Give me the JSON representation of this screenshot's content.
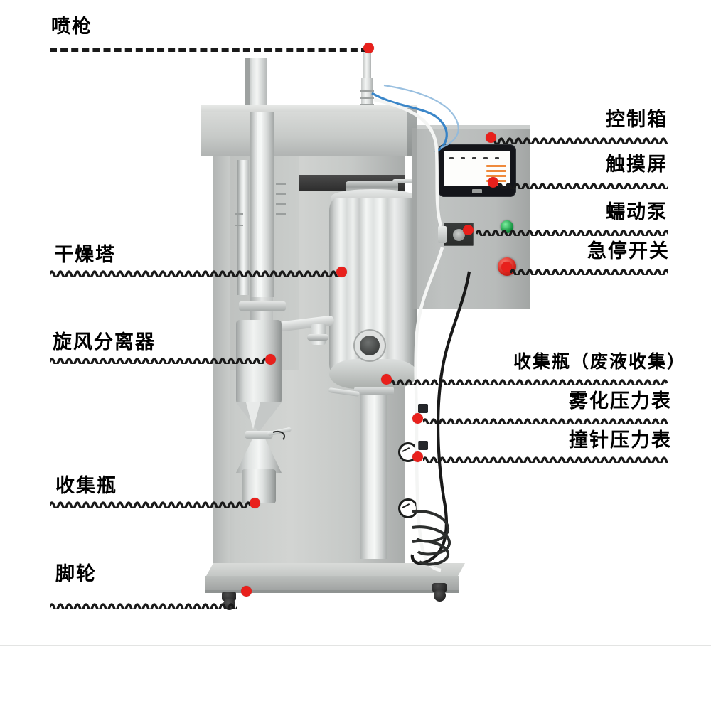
{
  "diagram": {
    "title": "Spray Dryer Labeled Component Diagram",
    "subject": "laboratory spray dryer",
    "accent_color": "#e8201c",
    "leader_line_color": "#1a1a1a",
    "background_color": "#ffffff"
  },
  "labels": {
    "left": [
      {
        "id": "spray-gun",
        "text": "喷枪",
        "line_style": "dashed"
      },
      {
        "id": "drying-tower",
        "text": "干燥塔",
        "line_style": "wavy"
      },
      {
        "id": "cyclone-separator",
        "text": "旋风分离器",
        "line_style": "wavy"
      },
      {
        "id": "collection-bottle",
        "text": "收集瓶",
        "line_style": "wavy"
      },
      {
        "id": "caster",
        "text": "脚轮",
        "line_style": "wavy"
      }
    ],
    "right": [
      {
        "id": "control-box",
        "text": "控制箱",
        "line_style": "wavy"
      },
      {
        "id": "touch-screen",
        "text": "触摸屏",
        "line_style": "wavy"
      },
      {
        "id": "peristaltic-pump",
        "text": "蠕动泵",
        "line_style": "wavy"
      },
      {
        "id": "emergency-stop",
        "text": "急停开关",
        "line_style": "wavy"
      },
      {
        "id": "waste-bottle",
        "text": "收集瓶（废液收集）",
        "line_style": "wavy"
      },
      {
        "id": "atomizing-gauge",
        "text": "雾化压力表",
        "line_style": "wavy"
      },
      {
        "id": "needle-gauge",
        "text": "撞针压力表",
        "line_style": "wavy"
      }
    ]
  },
  "machine": {
    "parts": {
      "spray_gun": "喷枪",
      "drying_tower": "干燥塔",
      "cyclone_separator": "旋风分离器",
      "collection_bottle": "收集瓶",
      "waste_collection_bottle": "收集瓶（废液收集）",
      "control_box": "控制箱",
      "touch_screen": "触摸屏",
      "peristaltic_pump": "蠕动泵",
      "emergency_stop": "急停开关",
      "atomizing_pressure_gauge": "雾化压力表",
      "needle_pressure_gauge": "撞针压力表",
      "caster": "脚轮"
    },
    "colors": {
      "body": "#c6c9c7",
      "stainless": "#e3e6e5",
      "screen_bezel": "#14151a",
      "screen_face": "#fdfdfb",
      "screen_accent": "#ef8a3c",
      "indicator_green": "#14a04a",
      "emergency_red": "#d3231b",
      "tube_blue": "#2f7fc6",
      "cable_black": "#1a1a1a"
    }
  }
}
